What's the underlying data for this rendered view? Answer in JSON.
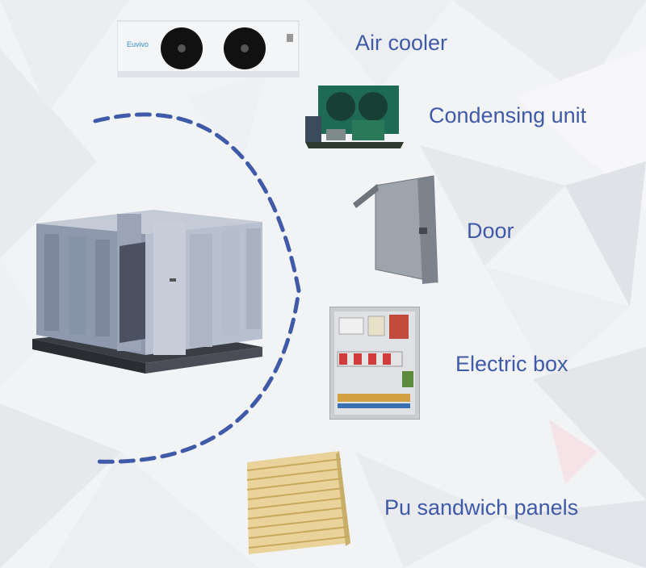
{
  "components": [
    {
      "id": "air-cooler",
      "label": "Air cooler"
    },
    {
      "id": "condensing-unit",
      "label": "Condensing unit"
    },
    {
      "id": "door",
      "label": "Door"
    },
    {
      "id": "electric-box",
      "label": "Electric box"
    },
    {
      "id": "pu-panels",
      "label": "Pu sandwich panels"
    }
  ],
  "air_cooler_brand": "Euvivo",
  "accent_color": "#3f5aa8"
}
